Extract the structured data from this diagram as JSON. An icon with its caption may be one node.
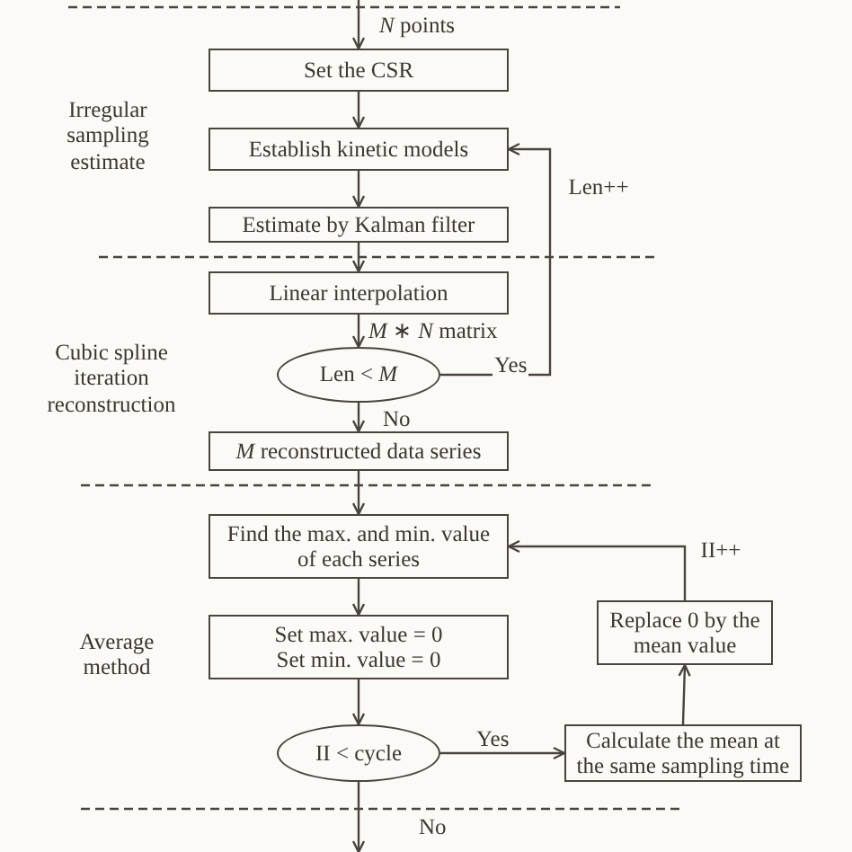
{
  "diagram": {
    "nodes": [
      {
        "text": [
          "Set the CSR"
        ]
      },
      {
        "text": [
          "Establish kinetic models"
        ]
      },
      {
        "text": [
          "Estimate by Kalman filter"
        ]
      },
      {
        "text": [
          "Linear interpolation"
        ]
      },
      {
        "text": [
          "Len < *M*"
        ]
      },
      {
        "text": [
          "*M* reconstructed data series"
        ]
      },
      {
        "text": [
          "Find the max. and min. value of each series"
        ]
      },
      {
        "text": [
          "Set max. value = 0",
          "Set min. value = 0"
        ]
      },
      {
        "text": [
          "II < cycle"
        ]
      },
      {
        "text": [
          "Calculate the mean at the same sampling time"
        ]
      },
      {
        "text": [
          "Replace 0 by the mean value"
        ]
      }
    ],
    "edges": [
      {
        "from": null,
        "to": 0,
        "arrow": "to",
        "label": "*N* points"
      },
      {
        "from": 0,
        "to": 1,
        "arrow": "to"
      },
      {
        "from": 1,
        "to": 2,
        "arrow": "to"
      },
      {
        "from": 2,
        "to": 3,
        "arrow": "to"
      },
      {
        "from": 3,
        "to": 4,
        "arrow": "to",
        "label": "*M* ∗ *N* matrix"
      },
      {
        "from": 4,
        "to": 1,
        "arrow": "to",
        "label": "Yes"
      },
      {
        "from": 4,
        "to": 5,
        "arrow": "to",
        "label": "No"
      },
      {
        "from": 5,
        "to": 6,
        "arrow": "to"
      },
      {
        "from": 6,
        "to": 7,
        "arrow": "to"
      },
      {
        "from": 7,
        "to": 8,
        "arrow": "to"
      },
      {
        "from": 8,
        "to": 9,
        "arrow": "to",
        "label": "Yes"
      },
      {
        "from": 9,
        "to": 10,
        "arrow": "to"
      },
      {
        "from": 10,
        "to": 6,
        "arrow": "to"
      },
      {
        "from": 8,
        "to": null,
        "arrow": "to",
        "label": "No"
      }
    ],
    "labels": [
      "Irregular sampling estimate",
      "Len++",
      "Cubic spline iteration reconstruction",
      "II++",
      "Average method"
    ]
  }
}
